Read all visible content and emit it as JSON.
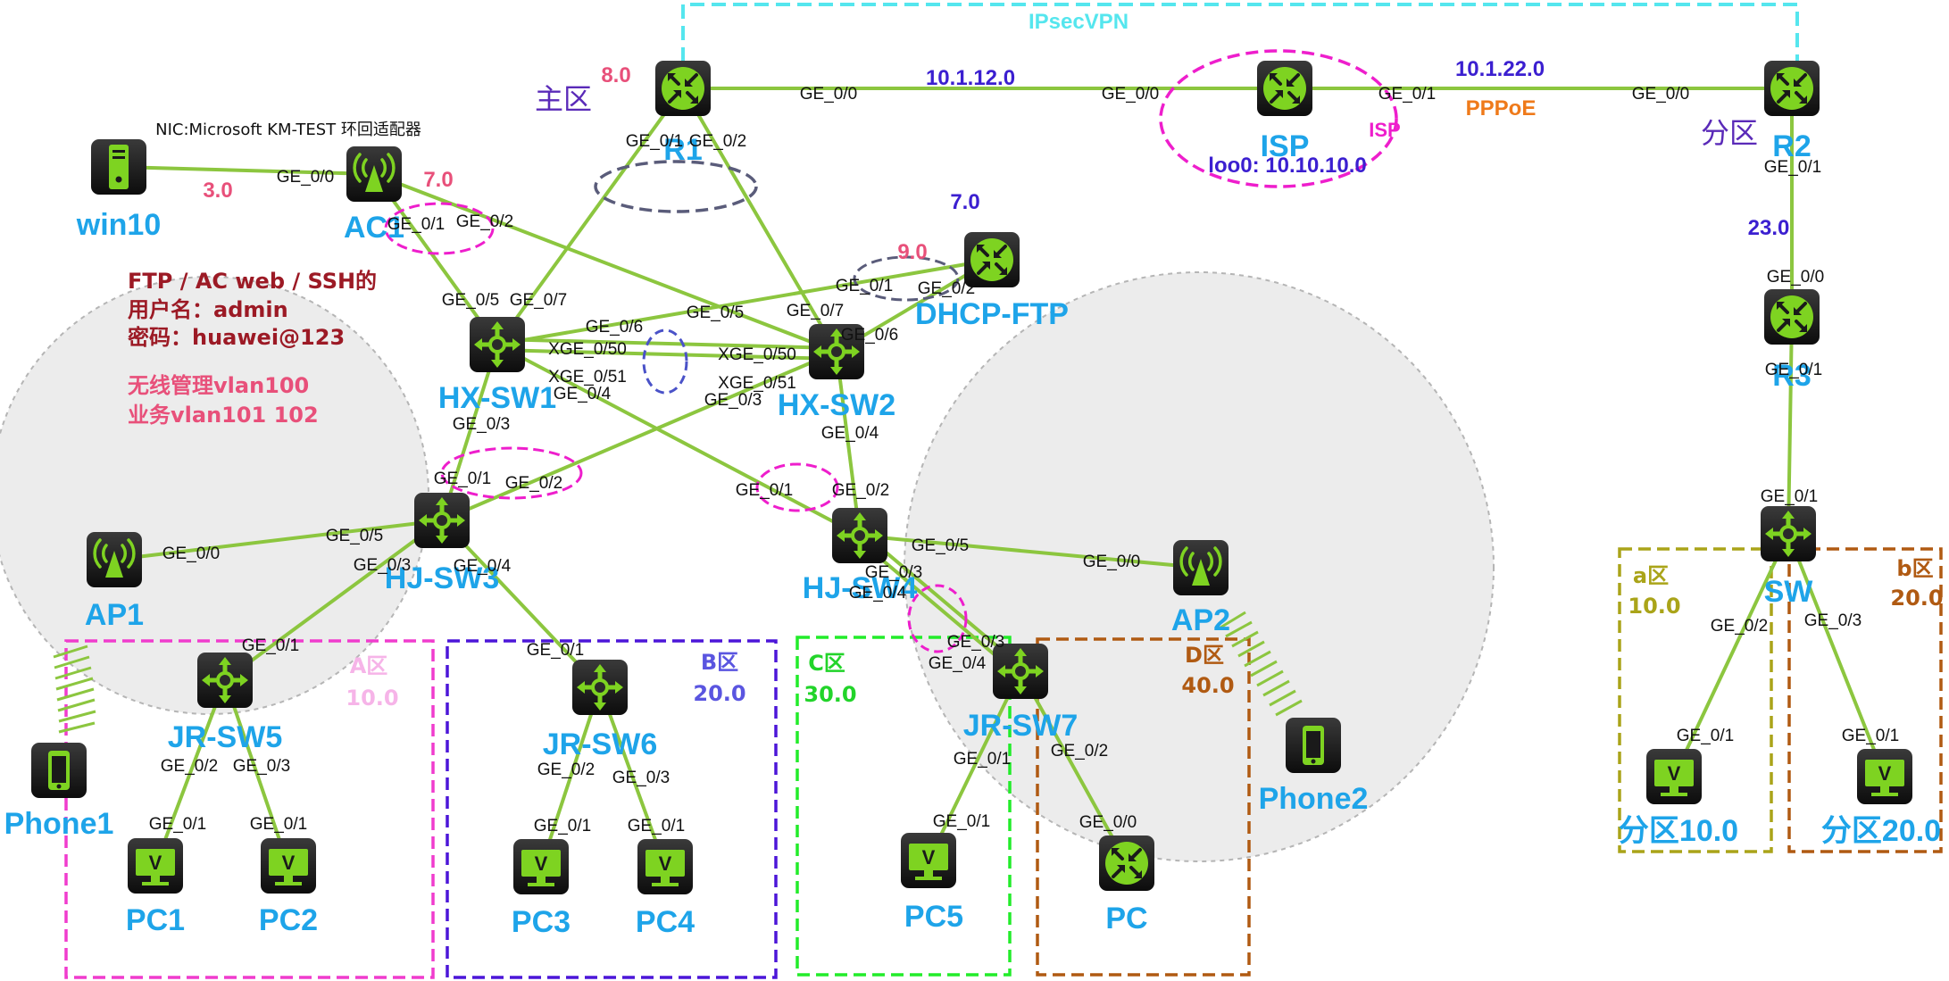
{
  "colors": {
    "link": "#8cc63f",
    "device_blue": "#1ea4e9",
    "net_purple": "#3b1fd0",
    "net_pink": "#e8507a",
    "ipsec": "#55e6ee",
    "isp_magenta": "#ee1ecc",
    "pppoe": "#ef7a1a"
  },
  "labels": {
    "ipsec": "IPsecVPN",
    "main_area": "主区",
    "branch_area": "分区",
    "nic": "NIC:Microsoft KM-TEST 环回适配器",
    "isp_tag": "ISP",
    "pppoe": "PPPoE",
    "loopback": "loo0: 10.10.10.0"
  },
  "notes": {
    "line1": "FTP / AC web / SSH的",
    "line2": "用户名：admin",
    "line3": "密码：huawei@123",
    "line4": "无线管理vlan100",
    "line5": "业务vlan101 102"
  },
  "nets": {
    "r1": "8.0",
    "r1_isp": "10.1.12.0",
    "isp_r2": "10.1.22.0",
    "win10": "3.0",
    "ac": "7.0",
    "dhcp_blue": "7.0",
    "dhcp_pink": "9.0",
    "r2_r3": "23.0"
  },
  "zones": {
    "a": {
      "title": "A区",
      "net": "10.0"
    },
    "b": {
      "title": "B区",
      "net": "20.0"
    },
    "c": {
      "title": "C区",
      "net": "30.0"
    },
    "d": {
      "title": "D区",
      "net": "40.0"
    },
    "sa": {
      "title": "a区",
      "net": "10.0"
    },
    "sb": {
      "title": "b区",
      "net": "20.0"
    }
  },
  "devices": {
    "r1": "R1",
    "isp": "ISP",
    "r2": "R2",
    "r3": "R3",
    "win10": "win10",
    "ac1": "AC1",
    "dhcp": "DHCP-FTP",
    "hxsw1": "HX-SW1",
    "hxsw2": "HX-SW2",
    "hjsw3": "HJ-SW3",
    "hjsw4": "HJ-SW4",
    "ap1": "AP1",
    "ap2": "AP2",
    "jrsw5": "JR-SW5",
    "jrsw6": "JR-SW6",
    "jrsw7": "JR-SW7",
    "phone1": "Phone1",
    "phone2": "Phone2",
    "pc1": "PC1",
    "pc2": "PC2",
    "pc3": "PC3",
    "pc4": "PC4",
    "pc5": "PC5",
    "pc": "PC",
    "sw": "SW",
    "pc_sa": "分区10.0",
    "pc_sb": "分区20.0"
  },
  "ports": {
    "r1_ge00": "GE_0/0",
    "r1_ge01": "GE_0/1",
    "r1_ge02": "GE_0/2",
    "isp_ge00": "GE_0/0",
    "isp_ge01": "GE_0/1",
    "r2_ge00": "GE_0/0",
    "r2_ge01": "GE_0/1",
    "r3_ge00": "GE_0/0",
    "r3_ge01": "GE_0/1",
    "ac_ge00": "GE_0/0",
    "ac_ge01": "GE_0/1",
    "ac_ge02": "GE_0/2",
    "dhcp_ge01": "GE_0/1",
    "dhcp_ge02": "GE_0/2",
    "hx1_ge05": "GE_0/5",
    "hx1_ge07": "GE_0/7",
    "hx1_ge06": "GE_0/6",
    "hx1_xge50": "XGE_0/50",
    "hx1_xge51": "XGE_0/51",
    "hx1_ge04": "GE_0/4",
    "hx1_ge03": "GE_0/3",
    "hx2_ge05": "GE_0/5",
    "hx2_ge07": "GE_0/7",
    "hx2_ge06": "GE_0/6",
    "hx2_xge50": "XGE_0/50",
    "hx2_xge51": "XGE_0/51",
    "hx2_ge03": "GE_0/3",
    "hx2_ge04": "GE_0/4",
    "hj3_ge01": "GE_0/1",
    "hj3_ge02": "GE_0/2",
    "hj3_ge05": "GE_0/5",
    "hj3_ge03": "GE_0/3",
    "hj3_ge04": "GE_0/4",
    "ap1_ge00": "GE_0/0",
    "hj4_ge01": "GE_0/1",
    "hj4_ge02": "GE_0/2",
    "hj4_ge05": "GE_0/5",
    "hj4_ge03": "GE_0/3",
    "hj4_ge04": "GE_0/4",
    "ap2_ge00": "GE_0/0",
    "jr5_ge01": "GE_0/1",
    "jr5_ge02": "GE_0/2",
    "jr5_ge03": "GE_0/3",
    "pc1_ge01": "GE_0/1",
    "pc2_ge01": "GE_0/1",
    "jr6_ge01": "GE_0/1",
    "jr6_ge02": "GE_0/2",
    "jr6_ge03": "GE_0/3",
    "pc3_ge01": "GE_0/1",
    "pc4_ge01": "GE_0/1",
    "jr7_ge03": "GE_0/3",
    "jr7_ge04": "GE_0/4",
    "jr7_ge01": "GE_0/1",
    "jr7_ge02": "GE_0/2",
    "pc5_ge01": "GE_0/1",
    "pc_ge00": "GE_0/0",
    "sw_ge01": "GE_0/1",
    "sw_ge02": "GE_0/2",
    "sw_ge03": "GE_0/3",
    "pcsa_ge01": "GE_0/1",
    "pcsb_ge01": "GE_0/1"
  },
  "icons": {
    "router": "router-icon",
    "switch": "switch-icon",
    "ap": "access-point-icon",
    "server": "server-icon",
    "pc": "pc-monitor-icon",
    "phone": "phone-icon"
  }
}
